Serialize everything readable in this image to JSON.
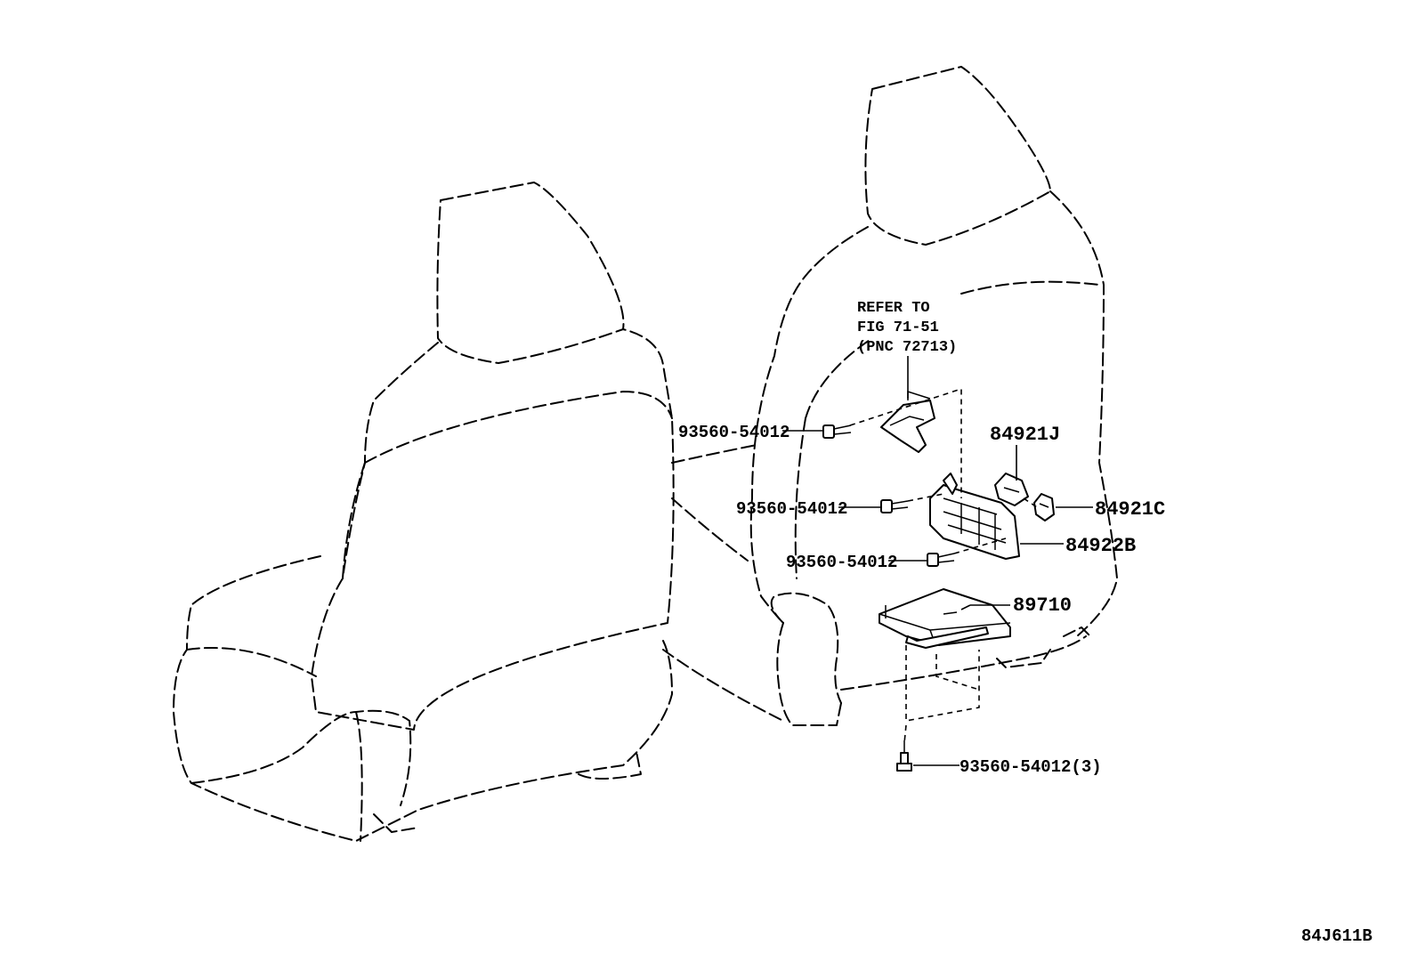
{
  "reference_note": {
    "line1": "REFER TO",
    "line2": "FIG 71-51",
    "line3": "(PNC 72713)"
  },
  "parts": {
    "bolt_upper": "93560-54012",
    "bolt_middle": "93560-54012",
    "bolt_lower": "93560-54012",
    "bolt_bottom": "93560-54012(3)",
    "part_84921j": "84921J",
    "part_84921c": "84921C",
    "part_84922b": "84922B",
    "part_89710": "89710"
  },
  "figure_code": "84J611B"
}
